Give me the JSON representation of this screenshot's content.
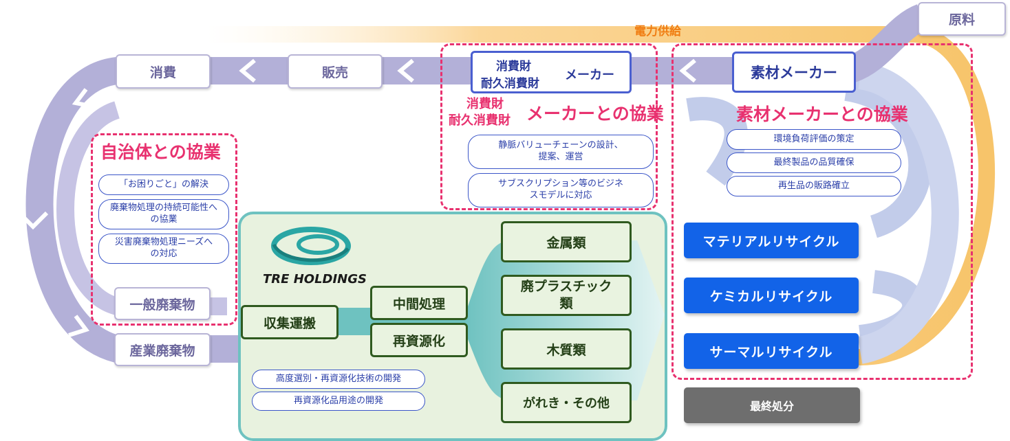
{
  "top": {
    "raw_material": "原料",
    "power_supply": "電力供給"
  },
  "flow": {
    "consumption": "消費",
    "sales": "販売",
    "general_waste": "一般廃棄物",
    "industrial_waste": "産業廃棄物"
  },
  "consumer_maker": {
    "line1": "消費財",
    "line2": "耐久消費財",
    "suffix": "メーカー"
  },
  "material_maker": {
    "label": "素材メーカー"
  },
  "municipal": {
    "title": "自治体との協業",
    "items": [
      "「お困りごと」の解決",
      "廃棄物処理の持続可能性への協業",
      "災害廃棄物処理ニーズへの対応"
    ]
  },
  "consumer_collab": {
    "title_line1": "消費財",
    "title_line2": "耐久消費財",
    "title_suffix": "メーカーとの協業",
    "items": [
      "静脈バリューチェーンの設計、提案、運営",
      "サブスクリプション等のビジネスモデルに対応"
    ]
  },
  "material_collab": {
    "title": "素材メーカーとの協業",
    "items": [
      "環境負荷評価の策定",
      "最終製品の品質確保",
      "再生品の販路確立"
    ]
  },
  "tre": {
    "logo_text": "TRE HOLDINGS",
    "collection": "収集運搬",
    "intermediate": "中間処理",
    "recycling": "再資源化",
    "dev_items": [
      "高度選別・再資源化技術の開発",
      "再資源化品用途の開発"
    ]
  },
  "materials": [
    "金属類",
    "廃プラスチック類",
    "木質類",
    "がれき・その他"
  ],
  "recycling_types": [
    "マテリアルリサイクル",
    "ケミカルリサイクル",
    "サーマルリサイクル"
  ],
  "final_disposal": "最終処分",
  "colors": {
    "pink": "#e8316f",
    "blue": "#1263e8",
    "navy": "#2b3a9a",
    "lavender": "#b3b0d8",
    "orange": "#f7c46a",
    "teal": "#6ec2c0",
    "green_dark": "#2f5a1f",
    "green_bg": "#e9f3e0"
  }
}
